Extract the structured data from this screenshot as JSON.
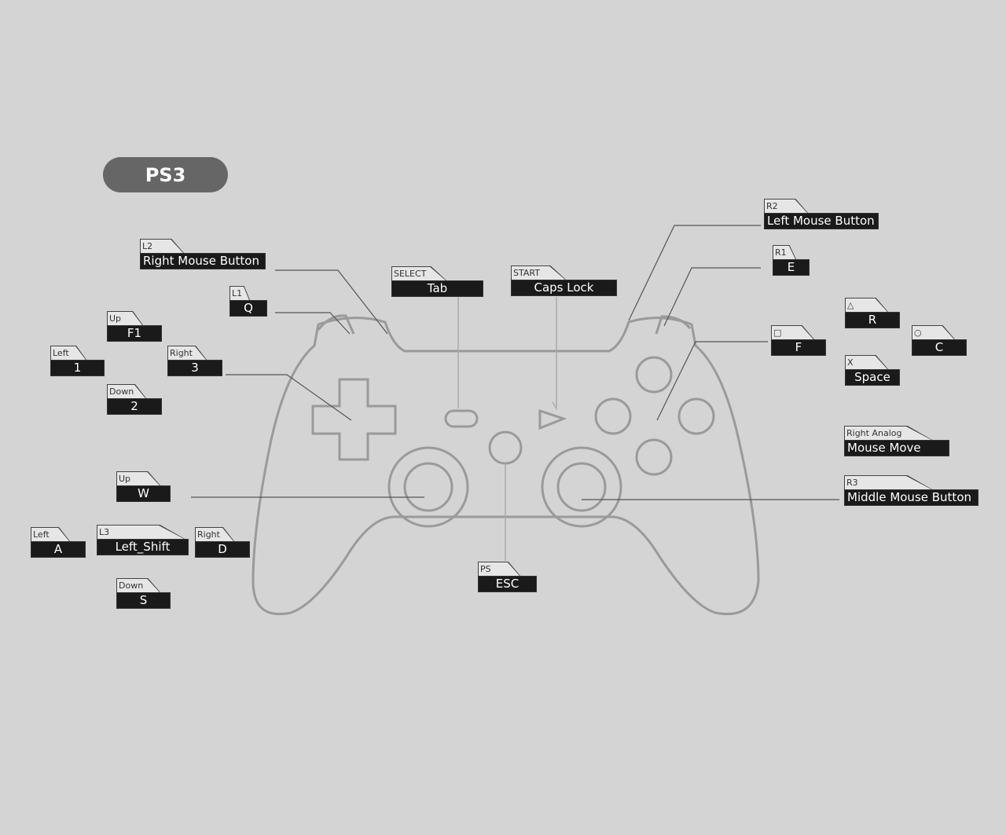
{
  "title": "PS3",
  "labels": [
    {
      "id": "l2",
      "tab": "L2",
      "key": "Right Mouse Button"
    },
    {
      "id": "l1",
      "tab": "L1",
      "key": "Q"
    },
    {
      "id": "dpad-up",
      "tab": "Up",
      "key": "F1"
    },
    {
      "id": "dpad-left",
      "tab": "Left",
      "key": "1"
    },
    {
      "id": "dpad-right",
      "tab": "Right",
      "key": "3"
    },
    {
      "id": "dpad-down",
      "tab": "Down",
      "key": "2"
    },
    {
      "id": "select",
      "tab": "SELECT",
      "key": "Tab"
    },
    {
      "id": "start",
      "tab": "START",
      "key": "Caps Lock"
    },
    {
      "id": "r2",
      "tab": "R2",
      "key": "Left Mouse Button"
    },
    {
      "id": "r1",
      "tab": "R1",
      "key": "E"
    },
    {
      "id": "triangle",
      "tab": "△",
      "key": "R"
    },
    {
      "id": "square",
      "tab": "□",
      "key": "F"
    },
    {
      "id": "circle",
      "tab": "○",
      "key": "C"
    },
    {
      "id": "cross",
      "tab": "X",
      "key": "Space"
    },
    {
      "id": "right-analog",
      "tab": "Right Analog",
      "key": "Mouse Move"
    },
    {
      "id": "r3",
      "tab": "R3",
      "key": "Middle Mouse Button"
    },
    {
      "id": "ls-up",
      "tab": "Up",
      "key": "W"
    },
    {
      "id": "ls-left",
      "tab": "Left",
      "key": "A"
    },
    {
      "id": "l3",
      "tab": "L3",
      "key": "Left_Shift"
    },
    {
      "id": "ls-right",
      "tab": "Right",
      "key": "D"
    },
    {
      "id": "ls-down",
      "tab": "Down",
      "key": "S"
    },
    {
      "id": "ps",
      "tab": "PS",
      "key": "ESC"
    }
  ]
}
